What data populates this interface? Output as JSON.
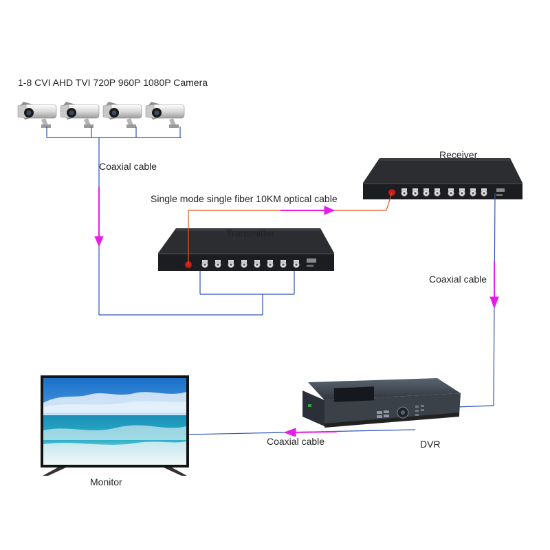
{
  "labels": {
    "camera_title": "1-8 CVI AHD TVI 720P 960P 1080P Camera",
    "coax_cameras": "Coaxial cable",
    "fiber_cable": "Single mode single fiber 10KM optical cable",
    "receiver": "Receiver",
    "transmitter": "Transmitter",
    "coax_receiver_dvr": "Coaxial cable",
    "coax_dvr_monitor": "Coaxial cable",
    "dvr": "DVR",
    "monitor": "Monitor"
  },
  "colors": {
    "coax_line": "#2f52b5",
    "fiber_line": "#e8501c",
    "arrow": "#e81ce8",
    "device_body": "#1c1d20",
    "device_face": "#2a2b2f",
    "dvr_body": "#3e4650",
    "dvr_front": "#3b4149",
    "fiber_port": "#c81e1e"
  },
  "icons": [
    "camera-icon",
    "transmitter-icon",
    "receiver-icon",
    "dvr-icon",
    "monitor-icon"
  ]
}
